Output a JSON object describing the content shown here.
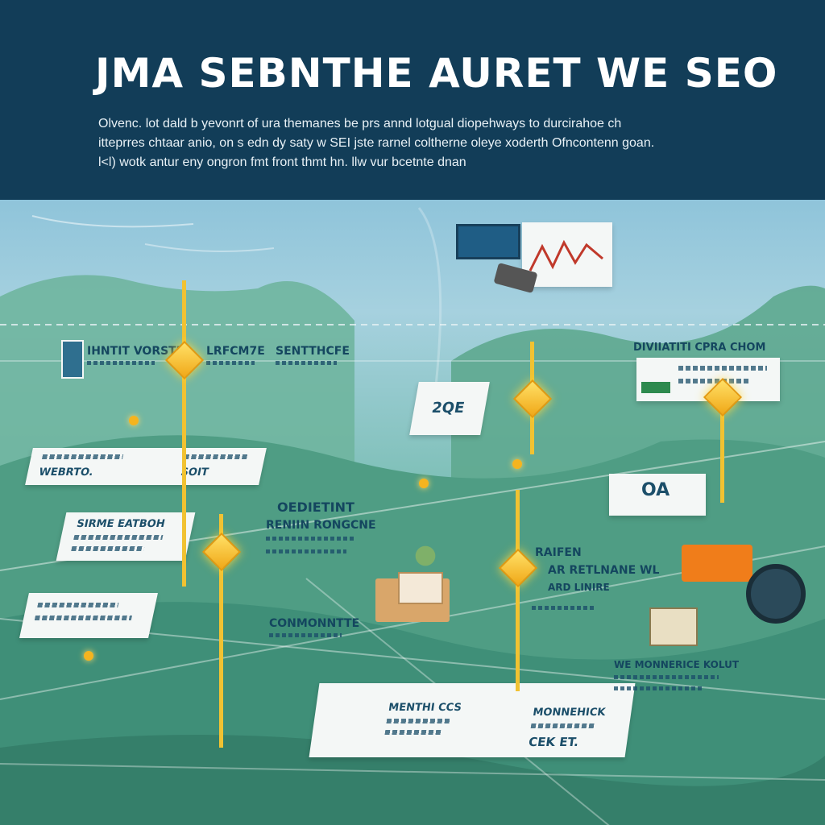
{
  "header": {
    "title": "JMA SEBNTHE AURET WE SEO",
    "intro_lines": [
      "Olvenc. lot dald b yevonrt of ura themanes be prs annd lotgual diopehways to durcirahoe ch",
      "itteprres chtaar anio, on s edn dy saty w SEI jste rarnel coltherne oleye xoderth Ofncontenn goan.",
      "l<l) wotk antur eny ongron fmt front thmt hn. llw vur bcetnte dnan"
    ]
  },
  "labels": {
    "tl_a": "IHNTIT VORSTE",
    "tl_b": "LRFCM7E",
    "tl_c": "SENTTHCFE",
    "left_card_1": "WEBRTO.",
    "left_card_1b": "SOIT",
    "left_card_2": "SIRME EATBOH",
    "mid_heading": "OEDIETINT",
    "mid_sub": "RENIIN RONGCNE",
    "mid_low": "CONMONNTTE",
    "center_card": "2QE",
    "right_top": "DIVIIATITI CPRA CHOM",
    "right_mid": "OA",
    "right_label": "RAIFEN",
    "right_text": "AR RETLNANE WL",
    "right_text2": "ARD LINIRE",
    "bottom_left_card": "MENTHI CCS",
    "bottom_right_card": "MONNEHICK",
    "bottom_right_sub": "CEK ET.",
    "bottom_far_right": "WE MONNERICE KOLUT"
  },
  "colors": {
    "header_bg": "#123d58",
    "accent_gold": "#f1c232",
    "landscape_green": "#5aa991",
    "card_text": "#1c4f6a"
  },
  "icons": [
    "monitor-icon",
    "camera-icon",
    "document-icon",
    "plant-icon",
    "box-icon",
    "megaphone-icon",
    "fan-icon"
  ]
}
